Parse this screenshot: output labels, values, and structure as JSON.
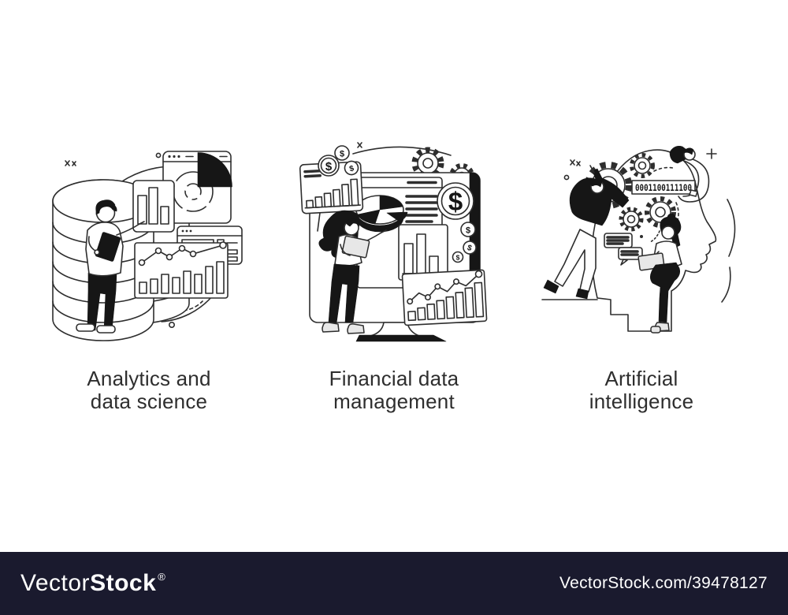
{
  "currency_symbol": "$",
  "figures": [
    {
      "id": "analytics-data-science",
      "caption_line1": "Analytics and",
      "caption_line2": "data science",
      "icons": [
        "database-icon",
        "donut-chart-icon",
        "bar-chart-icon",
        "line-chart-icon",
        "browser-window-icon",
        "person-with-tablet"
      ]
    },
    {
      "id": "financial-data-management",
      "caption_line1": "Financial data",
      "caption_line2": "management",
      "icons": [
        "monitor-icon",
        "pie-chart-3d-icon",
        "dollar-coin-icon",
        "gear-icon",
        "bar-chart-icon",
        "growth-chart-icon",
        "person-with-tablet"
      ]
    },
    {
      "id": "artificial-intelligence",
      "caption_line1": "Artificial",
      "caption_line2": "intelligence",
      "icons": [
        "head-profile-icon",
        "gear-icon",
        "binary-code-label",
        "chat-bubbles-icon",
        "person-with-laptop"
      ]
    }
  ],
  "ai_figure": {
    "binary_code": "0001100111100"
  },
  "watermark": {
    "bar_color": "#1a1a2e",
    "brand_light": "Vector",
    "brand_bold": "Stock",
    "registered": "®",
    "url_text": "VectorStock.com/39478127"
  }
}
